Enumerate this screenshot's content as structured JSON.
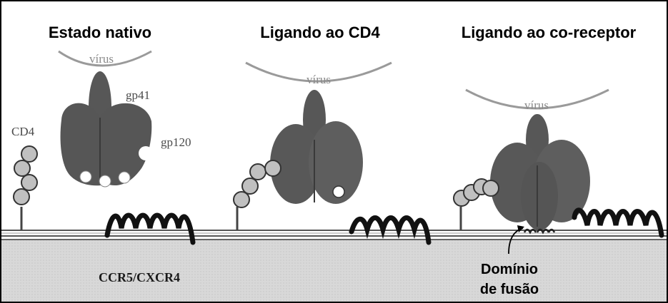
{
  "panels": [
    {
      "title": "Estado nativo",
      "virus_label": "vírus"
    },
    {
      "title": "Ligando ao CD4",
      "virus_label": "vírus"
    },
    {
      "title": "Ligando ao co-receptor",
      "virus_label": "vírus"
    }
  ],
  "labels": {
    "gp41": "gp41",
    "gp120": "gp120",
    "cd4": "CD4",
    "coreceptor": "CCR5/CXCR4",
    "fusion_line1": "Domínio",
    "fusion_line2": "de fusão"
  },
  "colors": {
    "protein": "#555555",
    "protein_dark": "#333333",
    "cd4_ball": "#bdbdbd",
    "membrane_fill": "#d6d6d6",
    "virus_arc": "#9a9a9a",
    "coreceptor": "#111111"
  }
}
